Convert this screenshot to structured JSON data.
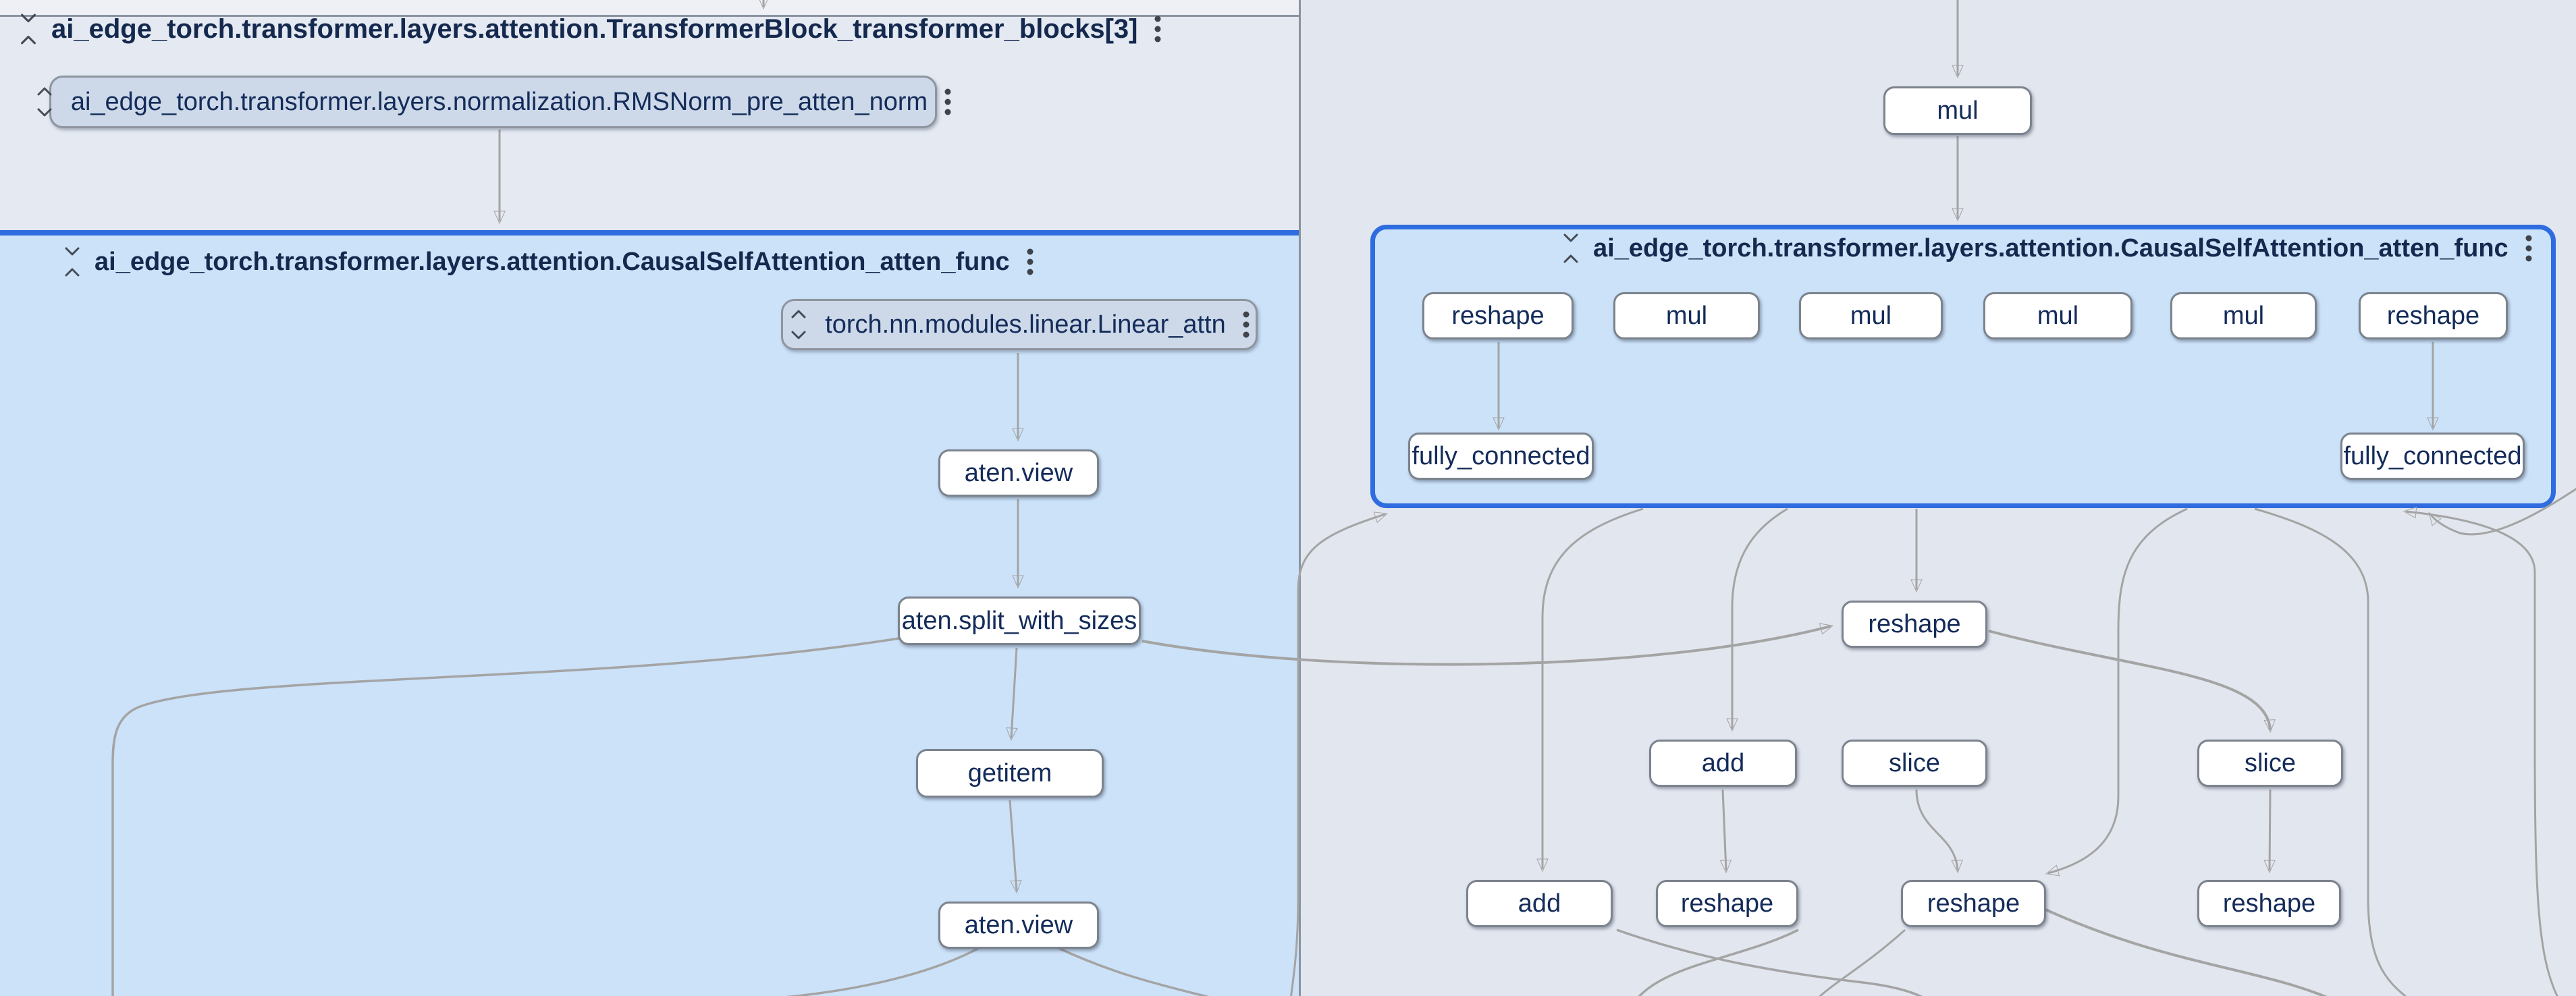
{
  "panels": {
    "transformer_block": {
      "title": "ai_edge_torch.transformer.layers.attention.TransformerBlock_transformer_blocks[3]"
    },
    "left_attention": {
      "title": "ai_edge_torch.transformer.layers.attention.CausalSelfAttention_atten_func"
    },
    "right_attention": {
      "title": "ai_edge_torch.transformer.layers.attention.CausalSelfAttention_atten_func"
    }
  },
  "collapsed_groups": [
    {
      "id": "rmsnorm",
      "label": "ai_edge_torch.transformer.layers.normalization.RMSNorm_pre_atten_norm"
    },
    {
      "id": "linear_attn",
      "label": "torch.nn.modules.linear.Linear_attn"
    }
  ],
  "op_nodes": [
    {
      "id": "mul_top",
      "label": "mul"
    },
    {
      "id": "l_view1",
      "label": "aten.view"
    },
    {
      "id": "l_split",
      "label": "aten.split_with_sizes"
    },
    {
      "id": "l_getitem",
      "label": "getitem"
    },
    {
      "id": "l_view2",
      "label": "aten.view"
    },
    {
      "id": "r1_reshape1",
      "label": "reshape"
    },
    {
      "id": "r1_mul1",
      "label": "mul"
    },
    {
      "id": "r1_mul2",
      "label": "mul"
    },
    {
      "id": "r1_mul3",
      "label": "mul"
    },
    {
      "id": "r1_mul4",
      "label": "mul"
    },
    {
      "id": "r1_reshape2",
      "label": "reshape"
    },
    {
      "id": "fc_left",
      "label": "fully_connected"
    },
    {
      "id": "fc_right",
      "label": "fully_connected"
    },
    {
      "id": "mid_reshape",
      "label": "reshape"
    },
    {
      "id": "r3_add",
      "label": "add"
    },
    {
      "id": "r3_slice1",
      "label": "slice"
    },
    {
      "id": "r3_slice2",
      "label": "slice"
    },
    {
      "id": "r4_add",
      "label": "add"
    },
    {
      "id": "r4_reshape1",
      "label": "reshape"
    },
    {
      "id": "r4_reshape2",
      "label": "reshape"
    },
    {
      "id": "r4_reshape3",
      "label": "reshape"
    }
  ],
  "icons": {
    "header_toggle": "unfold-less-icon",
    "group_toggle": "unfold-more-icon",
    "overflow_menu": "three-dot-menu-icon"
  },
  "colors": {
    "selection_border": "#2e6ce0",
    "attention_group_bg": "#cbe2f9",
    "transformer_block_bg": "#e4e9f2",
    "canvas_bg": "#e2e6ef",
    "node_fill": "#ffffff",
    "node_border": "#7c838d",
    "collapsed_node_fill": "#cdd9e9",
    "edge": "#a4a4a4",
    "text": "#142c5a"
  }
}
